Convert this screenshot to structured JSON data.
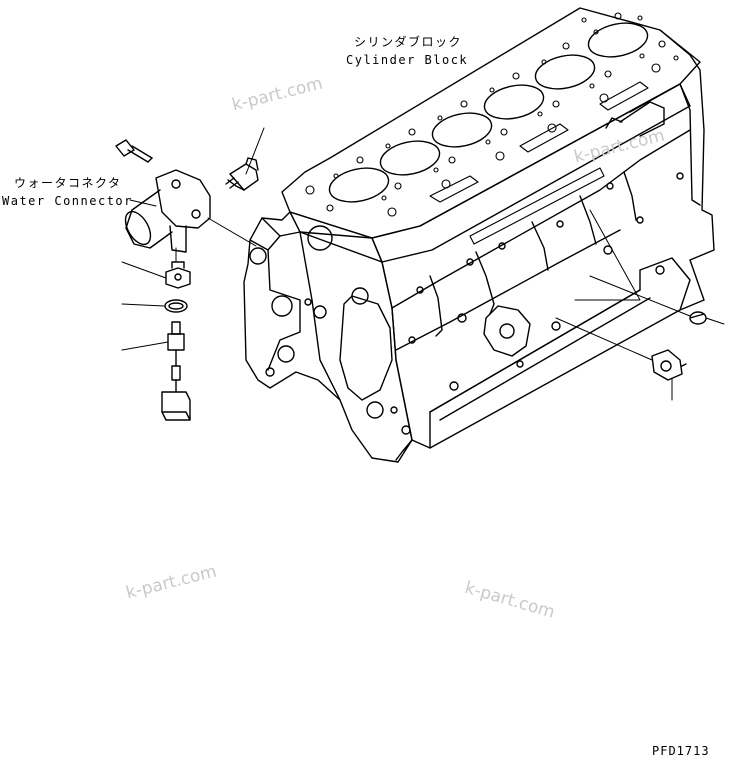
{
  "labels": {
    "cylinder_block_jp": "シリンダブロック",
    "cylinder_block_en": "Cylinder Block",
    "water_connector_jp": "ウォータコネクタ",
    "water_connector_en": "Water Connector",
    "figure_code": "PFD1713"
  },
  "watermarks": [
    "k-part.com",
    "k-part.com",
    "k-part.com",
    "k-part.com"
  ],
  "colors": {
    "ink": "#000000",
    "watermark": "#c9c9c9",
    "background": "#ffffff"
  }
}
